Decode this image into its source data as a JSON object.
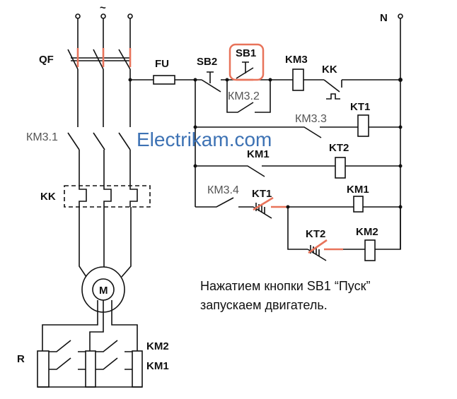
{
  "diagram": {
    "labels": {
      "qf": "QF",
      "fu": "FU",
      "sb2": "SB2",
      "sb1": "SB1",
      "km3": "KM3",
      "kk_ctrl": "KK",
      "n": "N",
      "tilde": "~",
      "km3_2": "КМ3.2",
      "km3_3": "КМ3.3",
      "kt1_coil": "KT1",
      "km1_contact": "KM1",
      "kt2_coil": "KT2",
      "km3_4": "КМ3.4",
      "kt1_contact": "KT1",
      "km1_coil": "KM1",
      "kt2_contact": "KT2",
      "km2_coil": "KM2",
      "km3_1": "КМ3.1",
      "kk_power": "KK",
      "motor": "M",
      "r": "R",
      "km2_res": "KM2",
      "km1_res": "KM1"
    },
    "watermark": "Electrikam.com",
    "caption_line1": "Нажатием кнопки SB1 “Пуск”",
    "caption_line2": "запускаем двигатель.",
    "highlight_color": "#e8735a",
    "watermark_color": "#3d72b4"
  }
}
